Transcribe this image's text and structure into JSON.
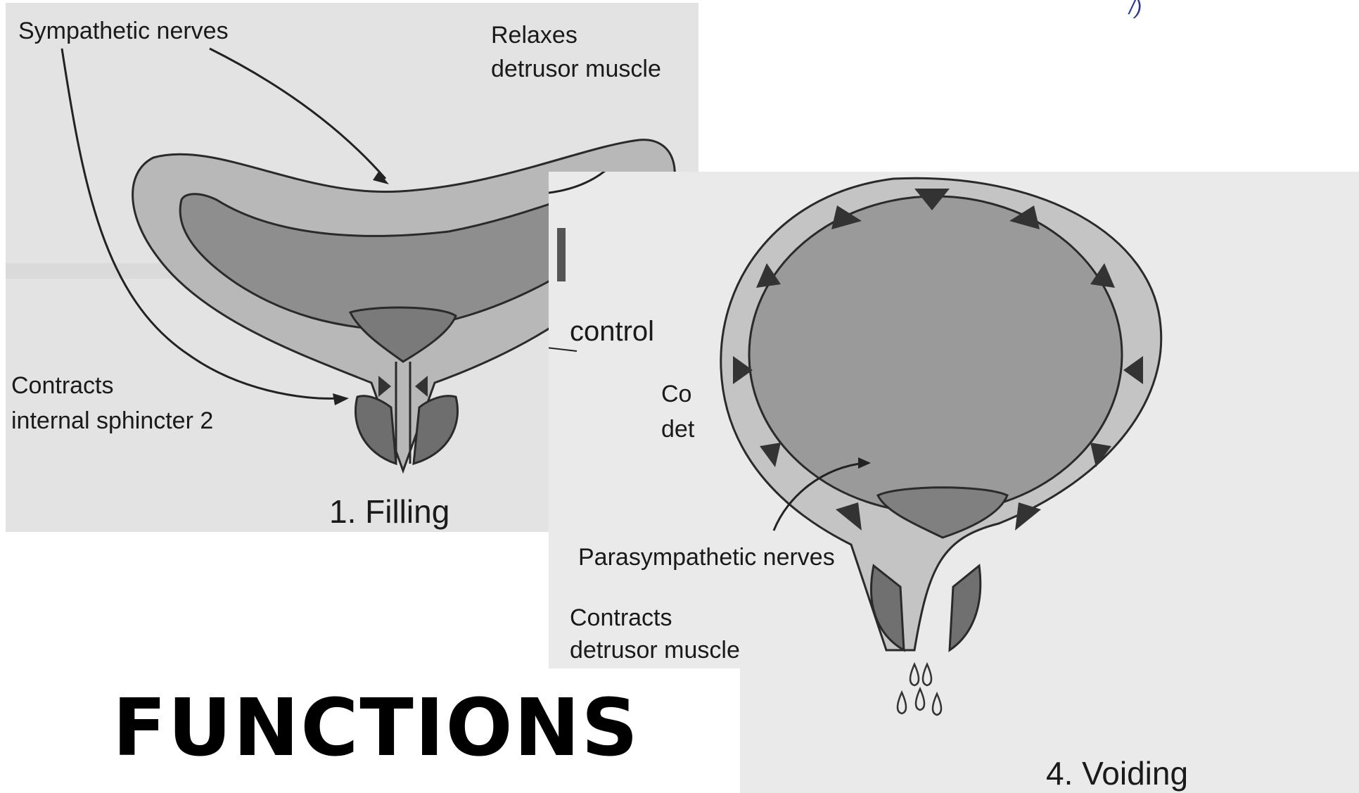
{
  "heading": "FUNCTIONS",
  "corner_mark": "/)",
  "filling": {
    "caption": "1. Filling",
    "label_sympathetic": "Sympathetic nerves",
    "label_relaxes_1": "Relaxes",
    "label_relaxes_2": "detrusor muscle",
    "label_contracts_1": "Contracts",
    "label_contracts_2": "internal sphincter 2"
  },
  "voiding": {
    "caption": "4. Voiding",
    "label_control": "control",
    "label_partial_1": "Co",
    "label_partial_2": "det",
    "label_parasympathetic": "Parasympathetic nerves",
    "label_contracts_1": "Contracts",
    "label_contracts_2": "detrusor muscle"
  }
}
